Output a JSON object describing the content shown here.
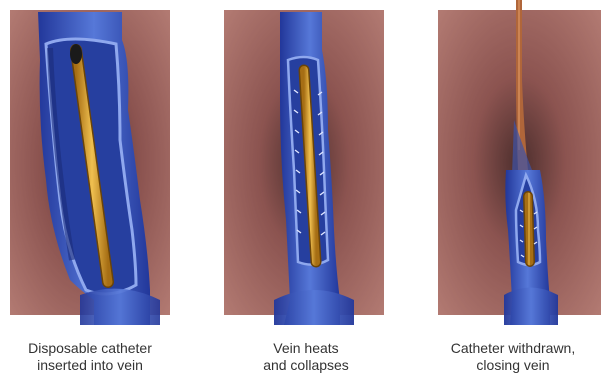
{
  "steps": [
    {
      "line1": "Disposable catheter",
      "line2": "inserted into vein"
    },
    {
      "line1": "Vein heats",
      "line2": "and collapses"
    },
    {
      "line1": "Catheter withdrawn,",
      "line2": "closing vein"
    }
  ],
  "colors": {
    "tissue": "#9b5a55",
    "tissue_dark": "#3a1c1d",
    "vein_blue": "#3555b8",
    "vein_light": "#6d8ee6",
    "catheter": "#e0a52a",
    "catheter_dark": "#a66e14",
    "withdrawn_wire": "#b0663a"
  }
}
